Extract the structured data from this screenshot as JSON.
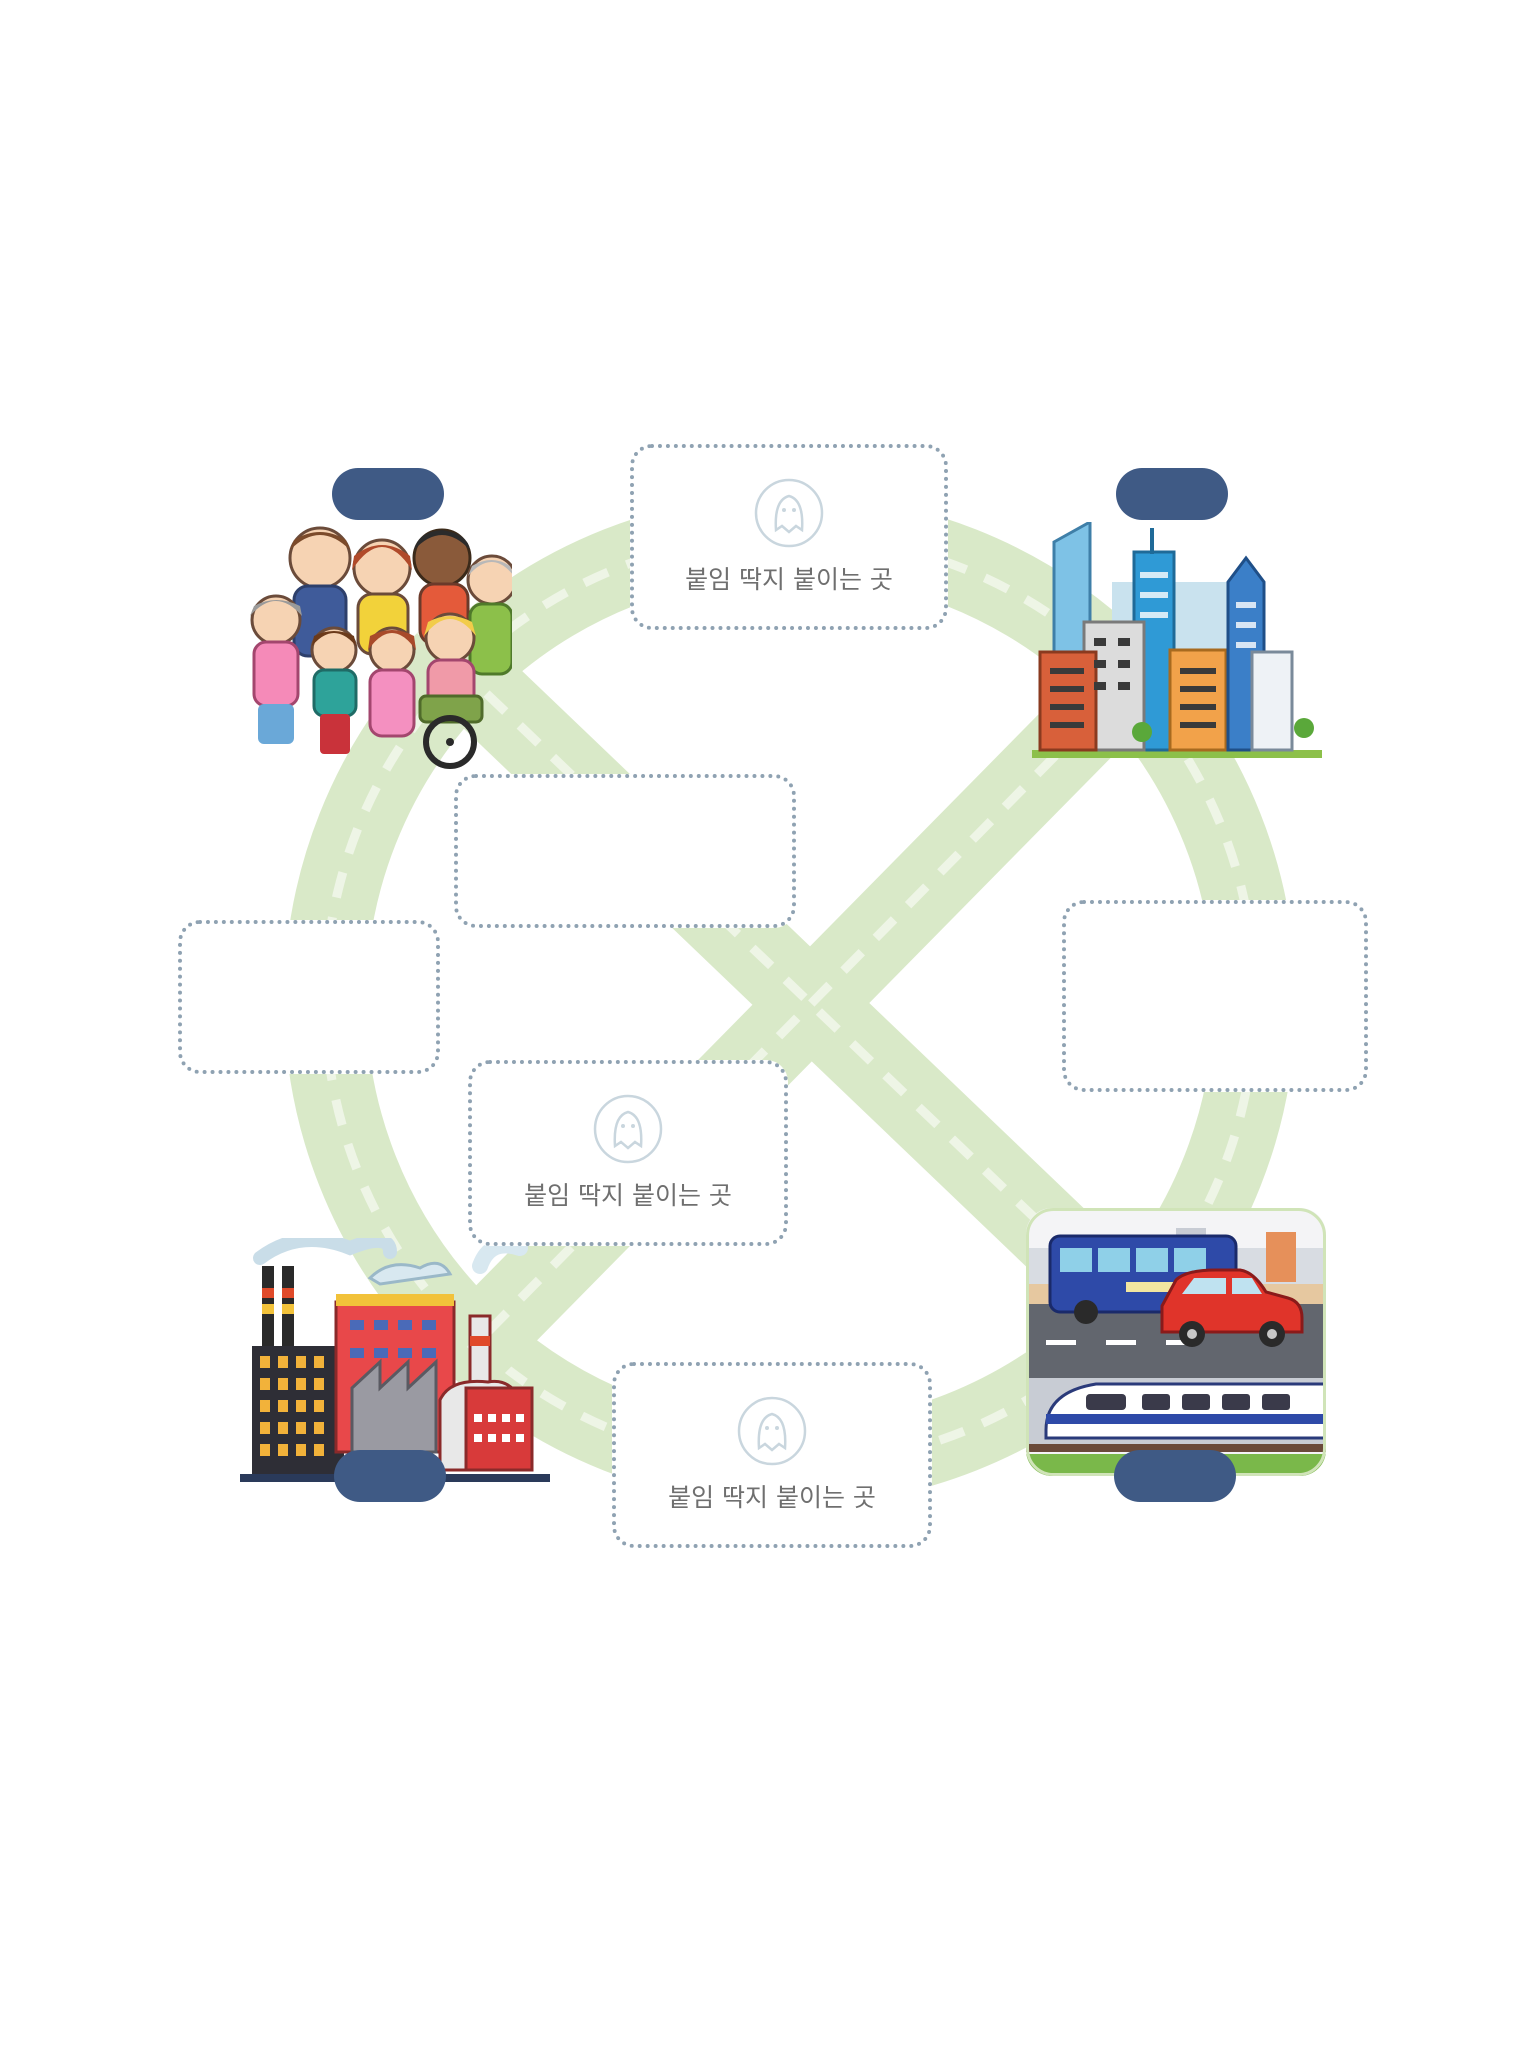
{
  "sticker_label": "붙임 딱지 붙이는 곳",
  "colors": {
    "road": "#d9e9c8",
    "road_dash": "#eef5e6",
    "pill": "#3f5a85",
    "slot_border": "#8fa2b2",
    "slot_text": "#6f6f6f"
  },
  "illustrations": [
    "people-group-illustration",
    "city-buildings-illustration",
    "factory-illustration",
    "transportation-illustration"
  ],
  "slots": [
    {
      "name": "sticker-slot-top",
      "has_label": true
    },
    {
      "name": "empty-slot-upper-center",
      "has_label": false
    },
    {
      "name": "empty-slot-left",
      "has_label": false
    },
    {
      "name": "empty-slot-right",
      "has_label": false
    },
    {
      "name": "sticker-slot-center",
      "has_label": true
    },
    {
      "name": "sticker-slot-bottom",
      "has_label": true
    }
  ]
}
